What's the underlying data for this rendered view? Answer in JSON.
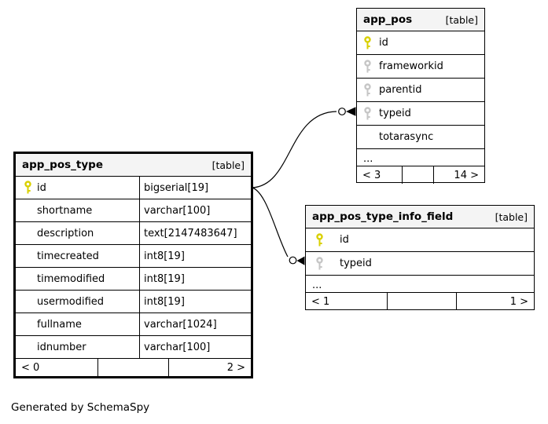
{
  "footer_note": "Generated by SchemaSpy",
  "colors": {
    "canvas_bg": "#ffffff",
    "header_bg": "#f4f4f4",
    "border": "#000000",
    "primary_key": "#d9d000",
    "foreign_key": "#c6c6c6"
  },
  "tables": [
    {
      "name": "app_pos",
      "tag": "[table]",
      "columns": [
        {
          "name": "id",
          "icon": "pk"
        },
        {
          "name": "frameworkid",
          "icon": "fk"
        },
        {
          "name": "parentid",
          "icon": "fk"
        },
        {
          "name": "typeid",
          "icon": "fk"
        },
        {
          "name": "totarasync",
          "icon": "none"
        }
      ],
      "ellipsis": "...",
      "footer": {
        "left": "< 3",
        "middle": "",
        "right": "14 >"
      }
    },
    {
      "name": "app_pos_type",
      "tag": "[table]",
      "columns": [
        {
          "name": "id",
          "type": "bigserial[19]",
          "icon": "pk"
        },
        {
          "name": "shortname",
          "type": "varchar[100]",
          "icon": "none"
        },
        {
          "name": "description",
          "type": "text[2147483647]",
          "icon": "none"
        },
        {
          "name": "timecreated",
          "type": "int8[19]",
          "icon": "none"
        },
        {
          "name": "timemodified",
          "type": "int8[19]",
          "icon": "none"
        },
        {
          "name": "usermodified",
          "type": "int8[19]",
          "icon": "none"
        },
        {
          "name": "fullname",
          "type": "varchar[1024]",
          "icon": "none"
        },
        {
          "name": "idnumber",
          "type": "varchar[100]",
          "icon": "none"
        }
      ],
      "footer": {
        "left": "< 0",
        "middle": "",
        "right": "2 >"
      }
    },
    {
      "name": "app_pos_type_info_field",
      "tag": "[table]",
      "columns": [
        {
          "name": "id",
          "icon": "pk"
        },
        {
          "name": "typeid",
          "icon": "fk"
        }
      ],
      "ellipsis": "...",
      "footer": {
        "left": "< 1",
        "middle": "",
        "right": "1 >"
      }
    }
  ],
  "relationships": [
    {
      "from_table": "app_pos_type",
      "from_column": "id",
      "to_table": "app_pos",
      "to_column": "typeid"
    },
    {
      "from_table": "app_pos_type",
      "from_column": "id",
      "to_table": "app_pos_type_info_field",
      "to_column": "typeid"
    }
  ]
}
